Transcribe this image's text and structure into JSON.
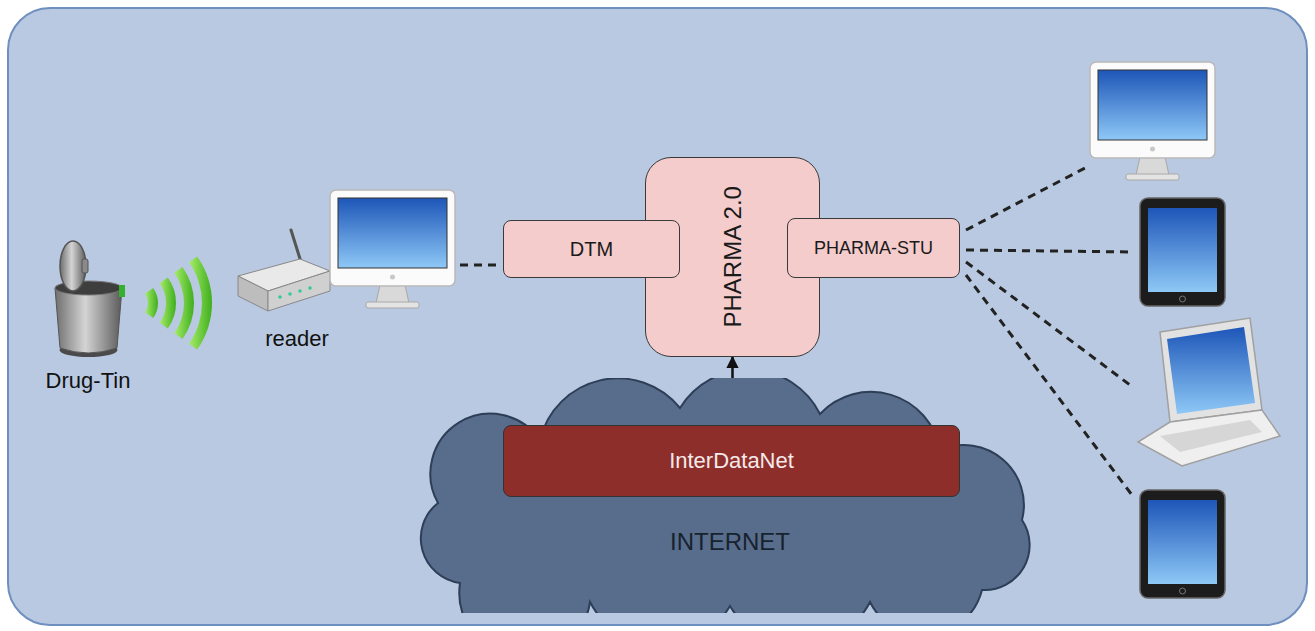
{
  "diagram": {
    "nodes": [
      {
        "text": [
          "DTM"
        ]
      },
      {
        "text": [
          "PHARMA 2.0"
        ]
      },
      {
        "text": [
          "PHARMA-STU"
        ]
      },
      {
        "text": [
          "INTERNET"
        ]
      },
      {
        "text": [
          "InterDataNet"
        ],
        "in": 3
      }
    ],
    "edges": [
      {
        "from": 1,
        "to": 4,
        "arrow": "both"
      }
    ],
    "labels": [
      "Drug-Tin",
      "reader"
    ]
  }
}
